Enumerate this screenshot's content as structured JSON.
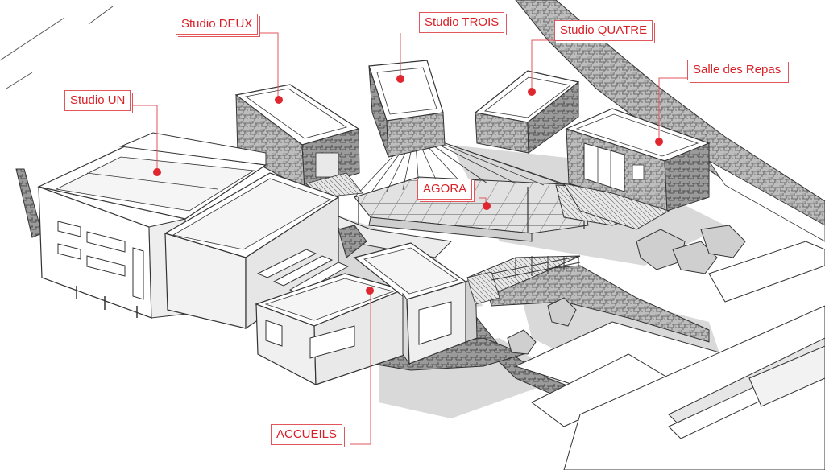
{
  "labels": {
    "studio_un": "Studio UN",
    "studio_deux": "Studio DEUX",
    "studio_trois": "Studio TROIS",
    "studio_quatre": "Studio QUATRE",
    "salle_des_repas": "Salle des Repas",
    "agora": "AGORA",
    "accueils": "ACCUEILS"
  },
  "colors": {
    "accent": "#d81f26",
    "leader": "#e0565b",
    "stone": "#8e8e8e",
    "shadow": "#d6d6d6"
  }
}
